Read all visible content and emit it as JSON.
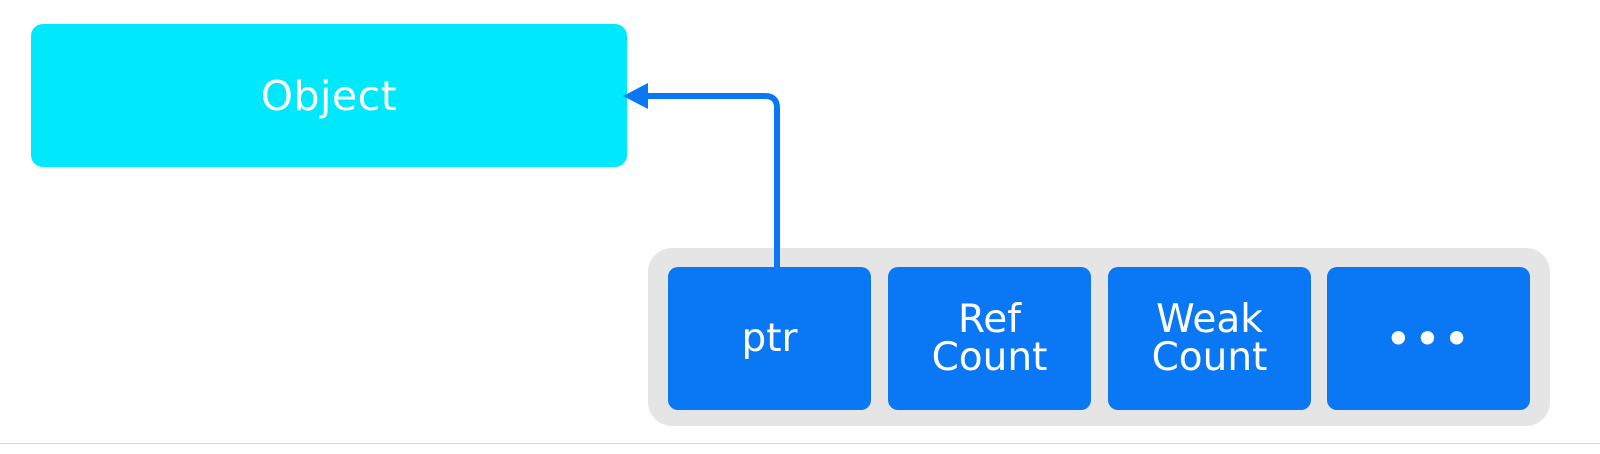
{
  "diagram": {
    "object_label": "Object",
    "cells": [
      {
        "label": "ptr"
      },
      {
        "label": "Ref\nCount"
      },
      {
        "label": "Weak\nCount"
      },
      {
        "label": "•••"
      }
    ]
  },
  "colors": {
    "object_fill": "#00e8fc",
    "cell_fill": "#0a77f5",
    "block_fill": "#e5e5e5",
    "arrow": "#0a77f5",
    "text": "#ffffff"
  }
}
